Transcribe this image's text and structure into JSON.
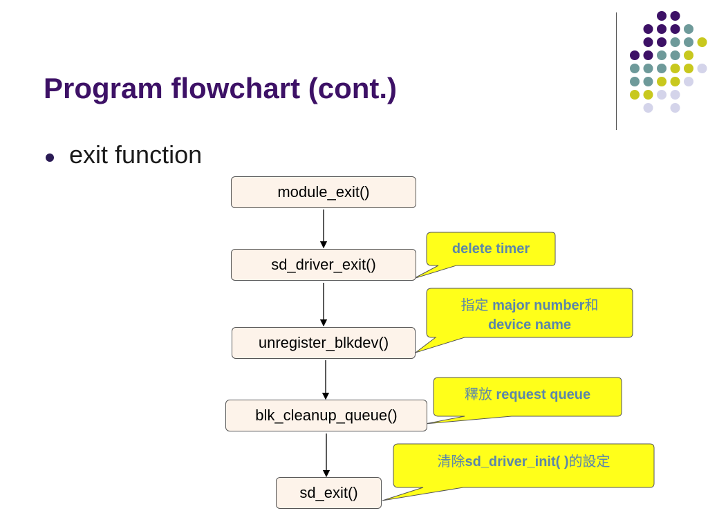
{
  "slide": {
    "title": "Program flowchart (cont.)",
    "bullet": "exit function"
  },
  "decor": {
    "dot_colors": {
      "purple": "#3d1166",
      "teal": "#6e9a9a",
      "yellow": "#c8c81e",
      "lavender": "#d4d4ea"
    }
  },
  "flow": {
    "nodes": [
      {
        "id": "n1",
        "label": "module_exit()"
      },
      {
        "id": "n2",
        "label": "sd_driver_exit()"
      },
      {
        "id": "n3",
        "label": "unregister_blkdev()"
      },
      {
        "id": "n4",
        "label": "blk_cleanup_queue()"
      },
      {
        "id": "n5",
        "label": "sd_exit()"
      }
    ],
    "callouts": [
      {
        "id": "c1",
        "text": "delete timer"
      },
      {
        "id": "c2",
        "prefix": "指定 ",
        "bold1": "major number",
        "suffix": "和",
        "line2": "device name"
      },
      {
        "id": "c3",
        "prefix": "釋放 ",
        "bold1": "request queue"
      },
      {
        "id": "c4",
        "prefix": "清除",
        "bold1": "sd_driver_init( )",
        "suffix": "的設定"
      }
    ]
  }
}
